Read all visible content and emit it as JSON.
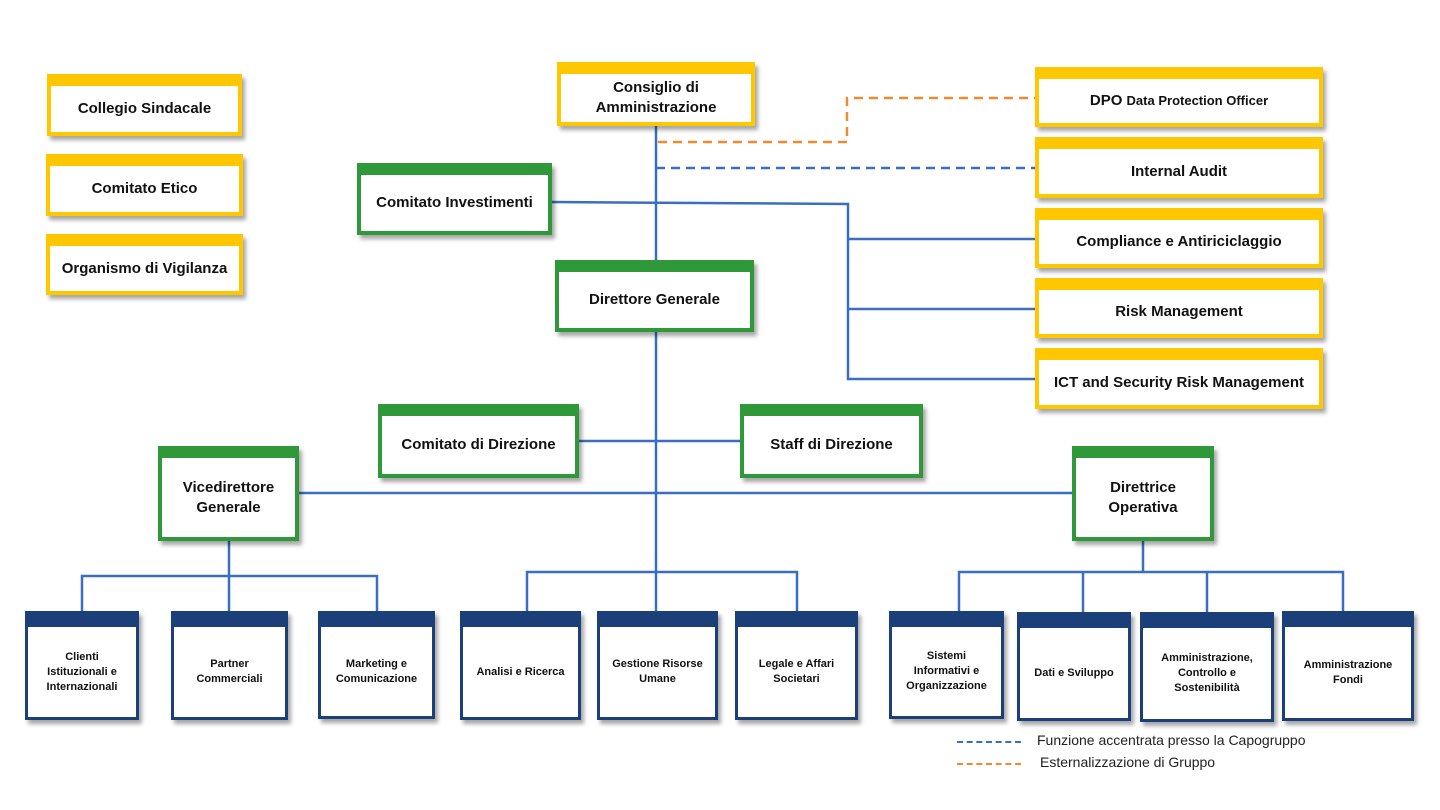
{
  "colors": {
    "governance": "#FFC700",
    "management": "#2F9939",
    "units": "#1B3F78",
    "line": "#3A6FBF",
    "outsourced": "#F08A30"
  },
  "governance": {
    "collegio_sindacale": "Collegio Sindacale",
    "comitato_etico": "Comitato Etico",
    "organismo_vigilanza": "Organismo di Vigilanza",
    "consiglio": "Consiglio di\nAmministrazione"
  },
  "control_functions": {
    "dpo_prefix": "DPO",
    "dpo_suffix": "Data Protection Officer",
    "internal_audit": "Internal Audit",
    "compliance": "Compliance e Antiriciclaggio",
    "risk_management": "Risk Management",
    "ict_risk": "ICT and Security Risk Management"
  },
  "management": {
    "comitato_investimenti": "Comitato Investimenti",
    "direttore_generale": "Direttore Generale",
    "comitato_direzione": "Comitato di Direzione",
    "staff_direzione": "Staff di Direzione",
    "vicedirettore": "Vicedirettore\nGenerale",
    "direttrice_operativa": "Direttrice\nOperativa"
  },
  "units": {
    "clienti": "Clienti\nIstituzionali e\nInternazionali",
    "partner": "Partner\nCommerciali",
    "marketing": "Marketing e\nComunicazione",
    "analisi": "Analisi e Ricerca",
    "risorse_umane": "Gestione Risorse\nUmane",
    "legale": "Legale e Affari\nSocietari",
    "sistemi": "Sistemi\nInformativi e\nOrganizzazione",
    "dati": "Dati e Sviluppo",
    "amministrazione": "Amministrazione,\nControllo e\nSostenibilità",
    "fondi": "Amministrazione\nFondi"
  },
  "legend": {
    "blue_dashed": "Funzione accentrata presso la Capogruppo",
    "orange_dashed": "Esternalizzazione di Gruppo"
  }
}
